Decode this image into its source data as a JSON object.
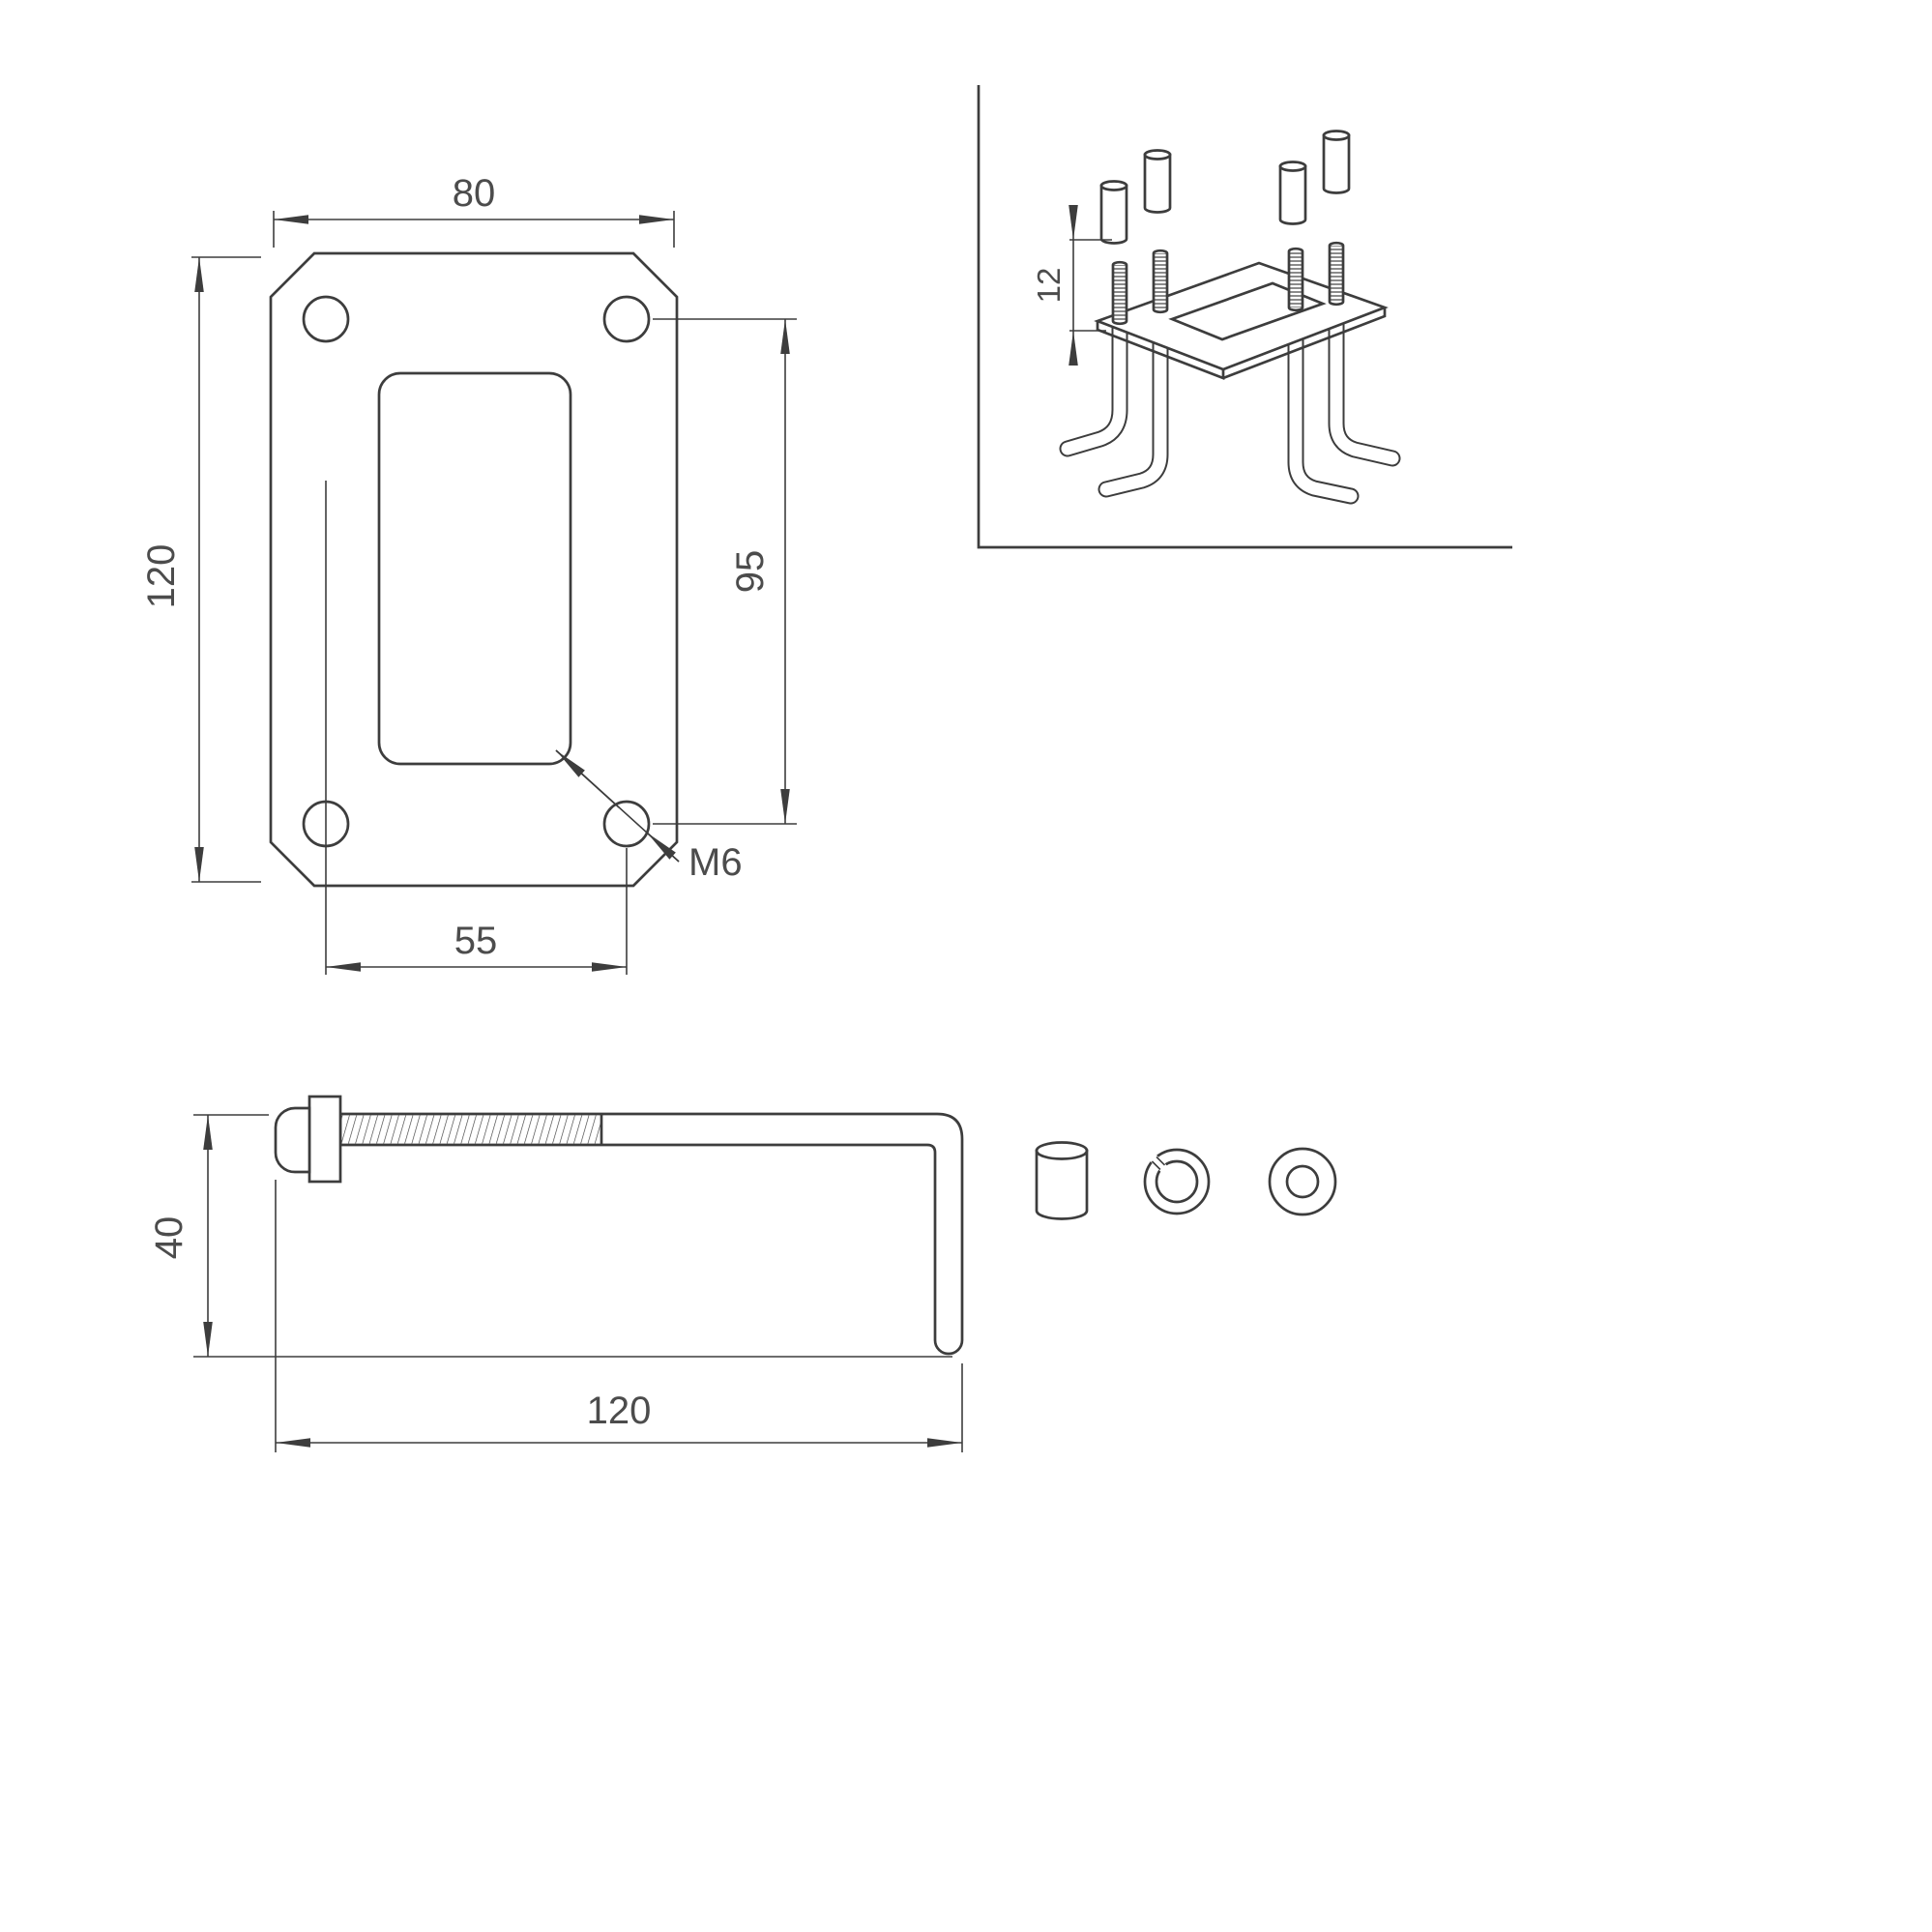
{
  "colors": {
    "background": "#ffffff",
    "line": "#3d3d3d",
    "text": "#4c4c4c"
  },
  "plan_view": {
    "dim_width_top": "80",
    "dim_height_left": "120",
    "dim_hole_pitch_right": "95",
    "dim_hole_pitch_bottom": "55",
    "thread_callout": "M6"
  },
  "assembly_view": {
    "dim_standoff": "12"
  },
  "anchor_bolt_view": {
    "dim_height": "40",
    "dim_length": "120"
  }
}
